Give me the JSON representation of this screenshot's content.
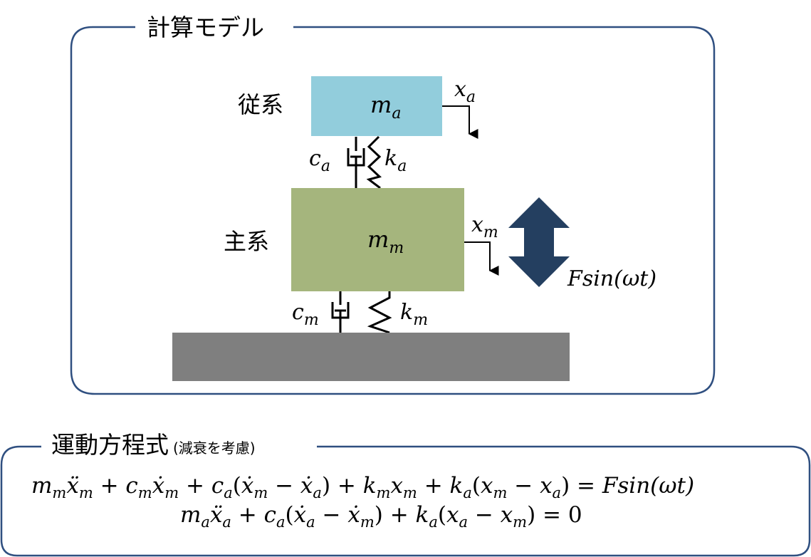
{
  "model_panel": {
    "title": "計算モデル"
  },
  "eom_panel": {
    "title": "運動方程式",
    "subtitle": "(減衰を考慮)"
  },
  "blocks": {
    "secondary": {
      "label": "従系",
      "mass_symbol": "m",
      "mass_sub": "a",
      "displacement_symbol": "x",
      "displacement_sub": "a",
      "color": "#92CDDC"
    },
    "primary": {
      "label": "主系",
      "mass_symbol": "m",
      "mass_sub": "m",
      "displacement_symbol": "x",
      "displacement_sub": "m",
      "color": "#A5B57D"
    },
    "ground": {
      "color": "#7F7F7F"
    }
  },
  "elements": {
    "upper_damper": {
      "symbol": "c",
      "sub": "a"
    },
    "upper_spring": {
      "symbol": "k",
      "sub": "a"
    },
    "lower_damper": {
      "symbol": "c",
      "sub": "m"
    },
    "lower_spring": {
      "symbol": "k",
      "sub": "m"
    }
  },
  "force": {
    "label": "Fsin(ωt)",
    "color": "#243F60"
  },
  "equations": {
    "eq1": {
      "lhs": "m",
      "rhs": "= Fsin(ωt)"
    },
    "eq2": {
      "rhs": "= 0"
    }
  },
  "colors": {
    "frame": "#2F4F80"
  }
}
